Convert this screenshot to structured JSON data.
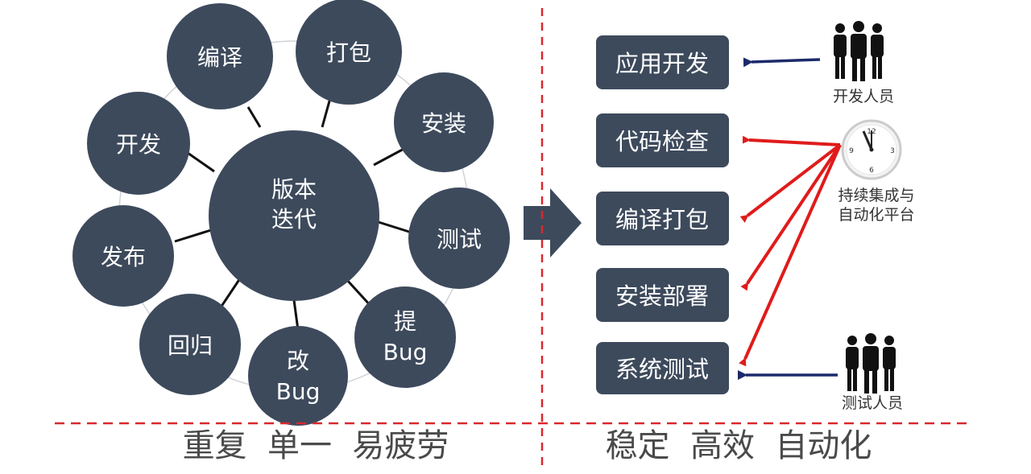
{
  "colors": {
    "node_fill": "#3d4a5c",
    "connector": "#111111",
    "ring": "#cfd3d8",
    "divider": "#d9282f",
    "red_arrow": "#e01b1b",
    "blue_arrow": "#1b2a6b",
    "big_arrow": "#3d4a5c",
    "slogan": "#4a4a4a"
  },
  "left": {
    "center": {
      "line1": "版本",
      "line2": "迭代"
    },
    "nodes": [
      {
        "line1": "编译",
        "line2": ""
      },
      {
        "line1": "打包",
        "line2": ""
      },
      {
        "line1": "安装",
        "line2": ""
      },
      {
        "line1": "测试",
        "line2": ""
      },
      {
        "line1": "提",
        "line2": "Bug"
      },
      {
        "line1": "改",
        "line2": "Bug"
      },
      {
        "line1": "回归",
        "line2": ""
      },
      {
        "line1": "发布",
        "line2": ""
      },
      {
        "line1": "开发",
        "line2": ""
      }
    ],
    "slogan": "重复  单一  易疲劳"
  },
  "right": {
    "steps": [
      "应用开发",
      "代码检查",
      "编译打包",
      "安装部署",
      "系统测试"
    ],
    "developers_label": "开发人员",
    "ci_label_line1": "持续集成与",
    "ci_label_line2": "自动化平台",
    "testers_label": "测试人员",
    "slogan": "稳定  高效  自动化"
  },
  "icons": {
    "developers": "people-group-icon",
    "ci_platform": "clock-icon",
    "testers": "people-group-icon",
    "transition": "right-arrow-icon"
  }
}
